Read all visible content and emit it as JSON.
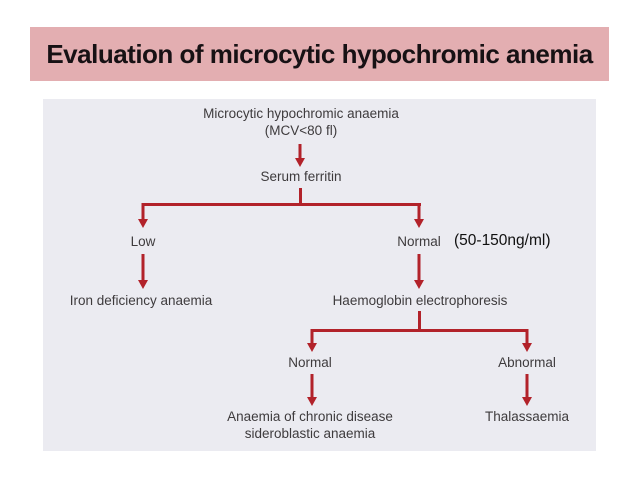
{
  "title_bar": {
    "text": "Evaluation of microcytic hypochromic anemia"
  },
  "flowchart": {
    "root": {
      "line1": "Microcytic hypochromic anaemia",
      "line2": "(MCV<80 fl)"
    },
    "serum_ferritin": "Serum ferritin",
    "ferritin_low": "Low",
    "ferritin_normal": "Normal",
    "ferritin_normal_range_note": "(50-150ng/ml)",
    "iron_deficiency": "Iron deficiency anaemia",
    "hb_electrophoresis": "Haemoglobin electrophoresis",
    "electrophoresis_normal": "Normal",
    "electrophoresis_abnormal": "Abnormal",
    "chronic": {
      "line1": "Anaemia of chronic disease",
      "line2": "sideroblastic anaemia"
    },
    "thalassaemia": "Thalassaemia"
  },
  "colors": {
    "title_bg": "#e3aeb1",
    "title_text": "#171114",
    "panel_bg": "#ebebf1",
    "arrow": "#b2222a",
    "node_text": "#3e3b3d",
    "note_text": "#101010"
  }
}
